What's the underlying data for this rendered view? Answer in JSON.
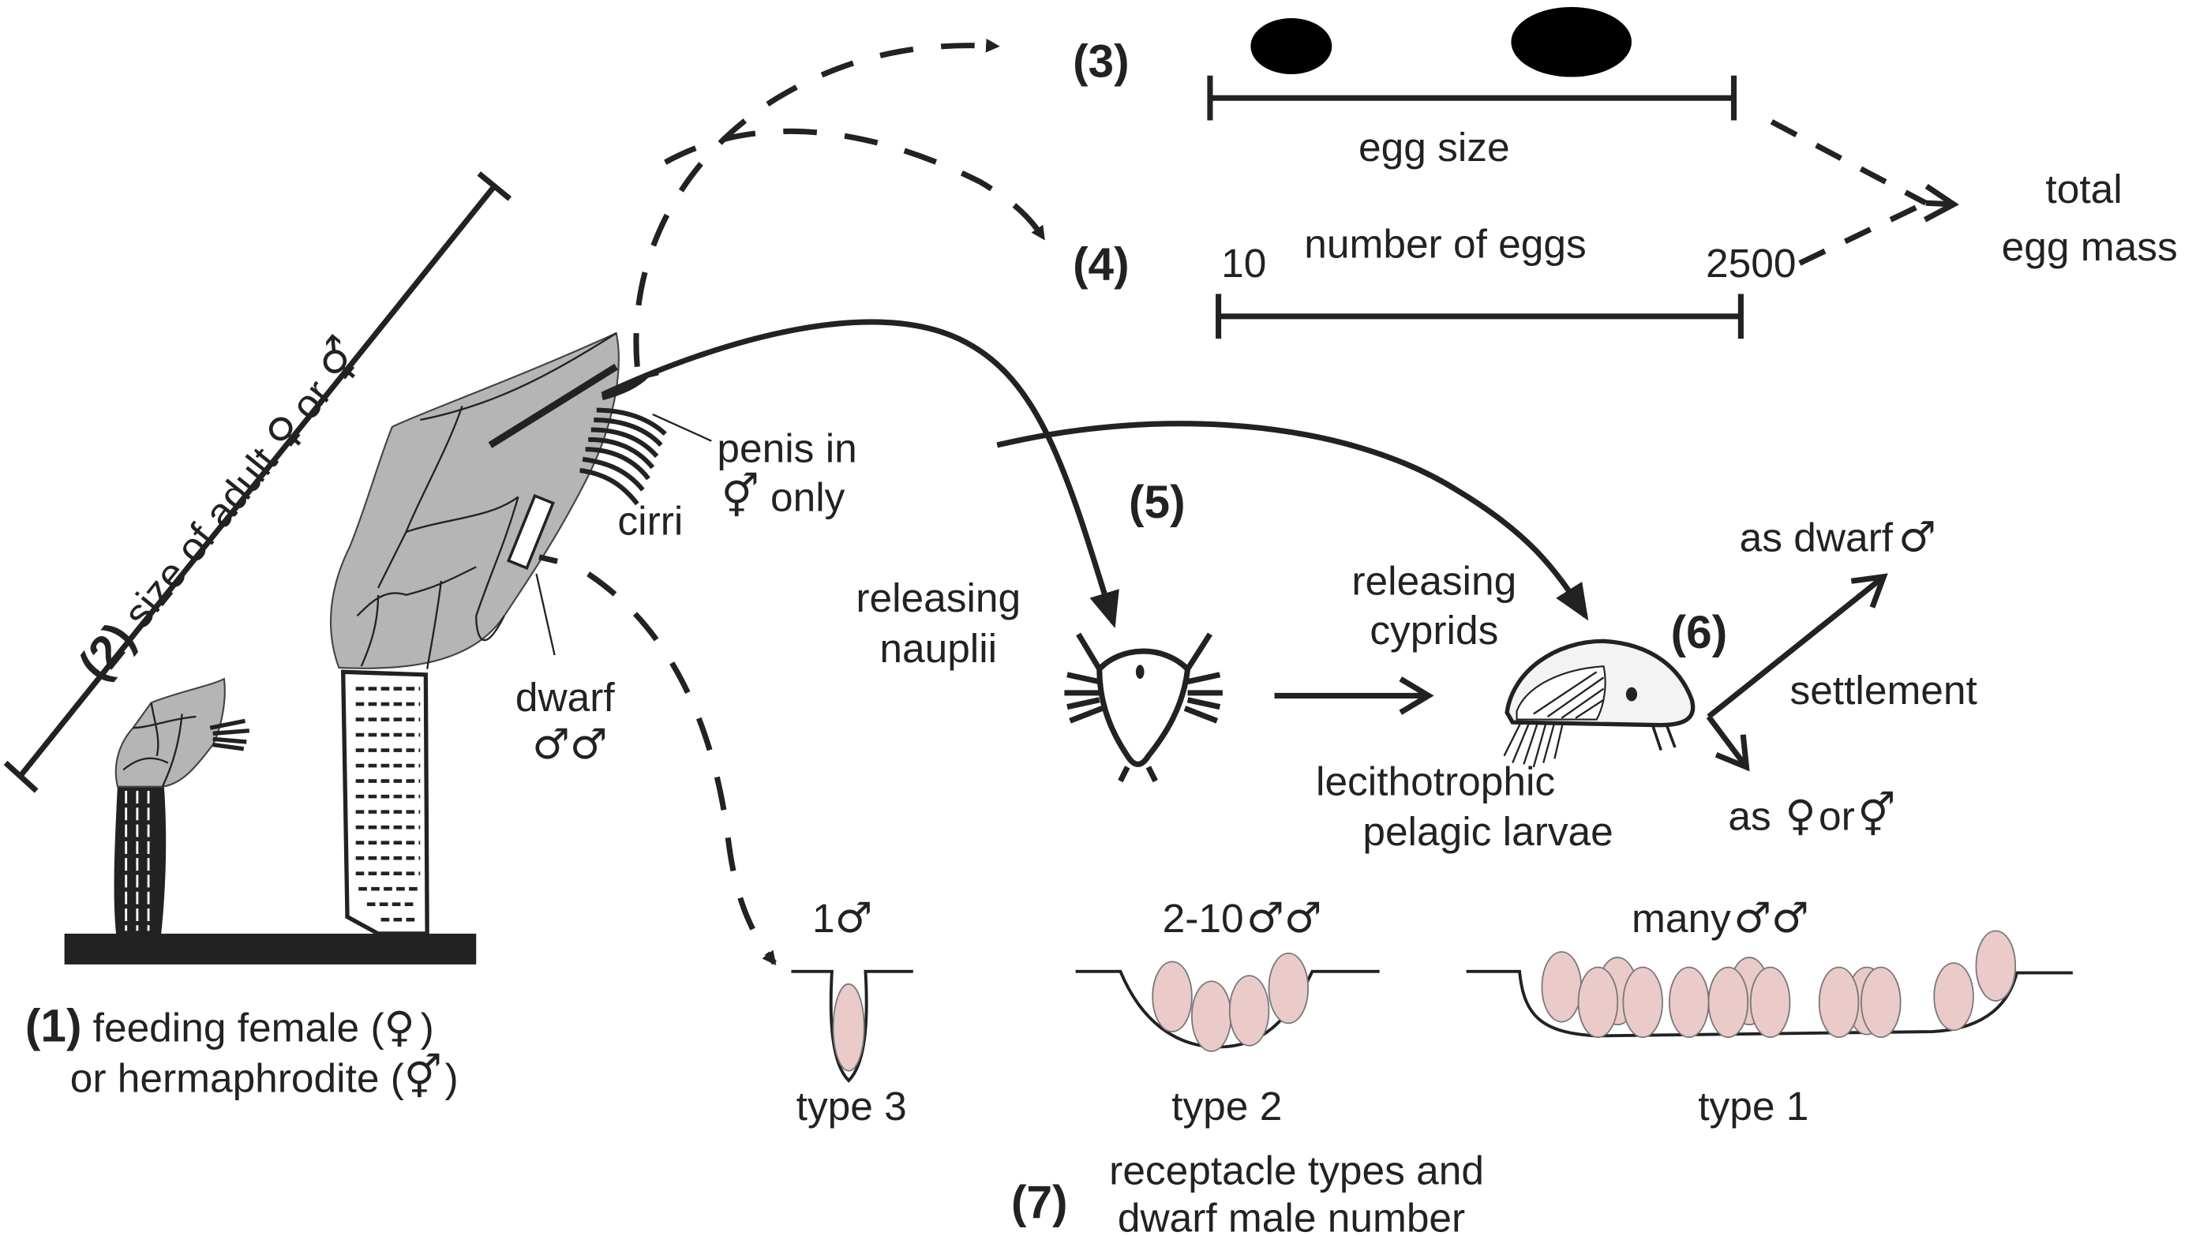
{
  "figure": {
    "step1": {
      "number": "(1)",
      "line1": "feeding female (",
      "line1_symbol": "♀",
      "line1_end": ")",
      "line2": "or hermaphrodite (",
      "line2_symbol": "⚥",
      "line2_end": ")"
    },
    "step2": {
      "number": "(2)",
      "label": "size of adult",
      "sym_female": "♀",
      "or": "or",
      "sym_herm": "⚥"
    },
    "step3": {
      "number": "(3)",
      "label": "egg size"
    },
    "step4": {
      "number": "(4)",
      "label": "number of eggs",
      "min": "10",
      "max": "2500"
    },
    "total": {
      "line1": "total",
      "line2": "egg mass"
    },
    "adult_labels": {
      "penis_line1": "penis in",
      "penis_sym": "⚥",
      "penis_line2": "only",
      "cirri": "cirri",
      "dwarf": "dwarf",
      "dwarf_sym": "♂♂"
    },
    "step5": {
      "number": "(5)",
      "nauplii_line1": "releasing",
      "nauplii_line2": "nauplii",
      "cyprids_line1": "releasing",
      "cyprids_line2": "cyprids",
      "larvae_line1": "lecithotrophic",
      "larvae_line2": "pelagic larvae"
    },
    "step6": {
      "number": "(6)",
      "dwarf_label": "as dwarf",
      "dwarf_sym": "♂",
      "settlement": "settlement",
      "female_as": "as",
      "female_sym": "♀",
      "or": "or",
      "herm_sym": "⚥"
    },
    "step7": {
      "number": "(7)",
      "line1": "receptacle types and",
      "line2": "dwarf male number",
      "types": [
        {
          "count": "1",
          "sym": "♂",
          "label": "type 3"
        },
        {
          "count": "2-10",
          "sym": "♂♂",
          "label": "type 2"
        },
        {
          "count": "many",
          "sym": "♂♂",
          "label": "type 1"
        }
      ]
    },
    "colors": {
      "ink": "#222222",
      "shell": "#b5b5b5",
      "dwarf_male": "#ebcaca"
    }
  }
}
